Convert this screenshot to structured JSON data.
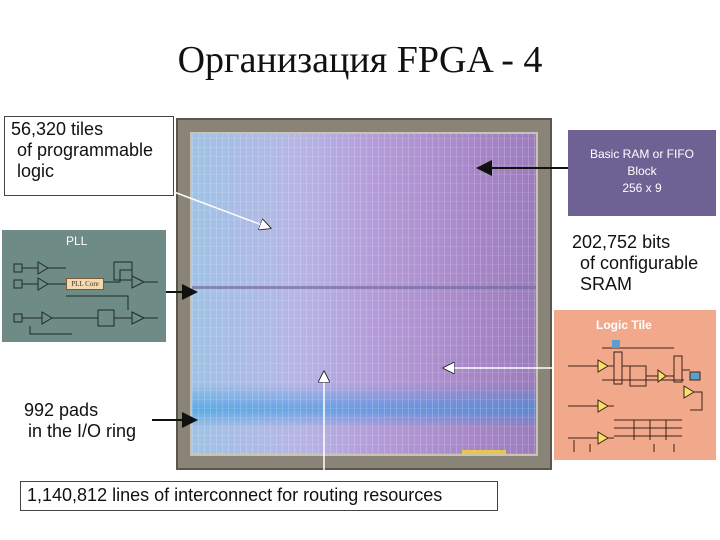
{
  "title": "Организация FPGA - 4",
  "callouts": {
    "tiles": [
      "56,320 tiles",
      "of programmable",
      "logic"
    ],
    "pads": [
      "992 pads",
      "in the I/O ring"
    ],
    "sram": [
      "202,752 bits",
      "of configurable",
      "SRAM"
    ],
    "interconnect": "1,140,812 lines of interconnect for routing resources"
  },
  "ram_block": [
    "Basic RAM or FIFO",
    "Block",
    "256 x 9"
  ],
  "pll": {
    "title": "PLL",
    "core_label": "PLL Core"
  },
  "logic_tile": {
    "title": "Logic Tile"
  },
  "colors": {
    "ram_block": "#6e6294",
    "pll_block": "#6f8b85",
    "logic_tile": "#f2a98b",
    "die_blue": "#9fc3e6",
    "die_purple": "#a888c9"
  }
}
